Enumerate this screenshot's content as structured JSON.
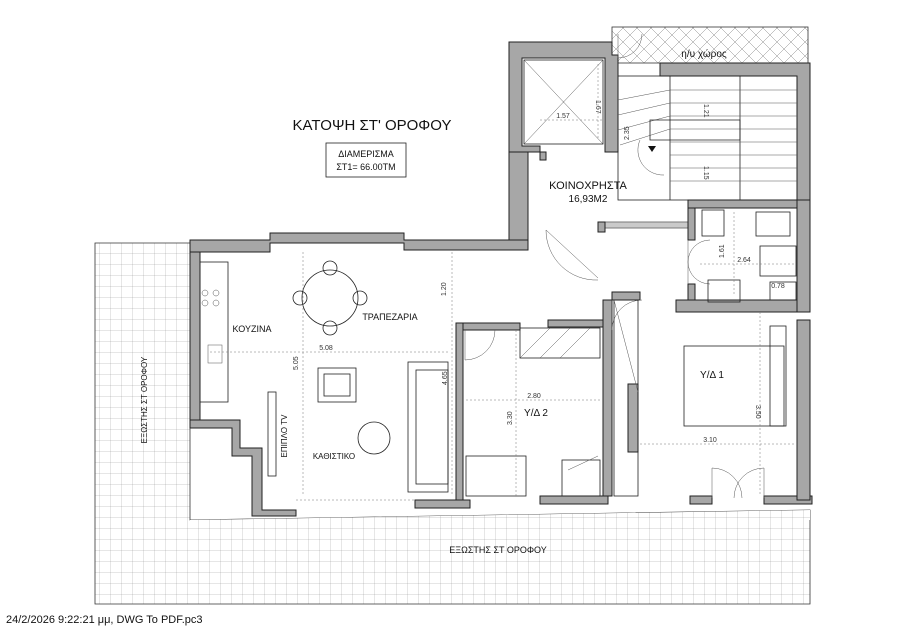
{
  "title": "ΚΑΤΟΨΗ ΣΤ' ΟΡΟΦΟΥ",
  "apartment": {
    "line1": "ΔΙΑΜΕΡΙΣΜΑ",
    "line2": "ΣΤ1= 66.00ΤΜ"
  },
  "common_area": {
    "name": "ΚΟΙΝΟΧΡΗΣΤΑ",
    "area": "16,93M2"
  },
  "rooms": {
    "kitchen": "ΚΟΥΖΙΝΑ",
    "dining": "ΤΡΑΠΕΖΑΡΙΑ",
    "living": "ΚΑΘΙΣΤΙΚΟ",
    "tv_unit": "ΕΠΙΠΛΟ TV",
    "bedroom1": "Υ/Δ 1",
    "bedroom2": "Υ/Δ 2",
    "terrace_south": "ΕΞΩΣΤΗΣ ΣΤ ΟΡΟΦΟΥ",
    "terrace_west": "ΕΞΩΣΤΗΣ ΣΤ ΟΡΟΦΟΥ",
    "uncovered": "η/υ χώρος"
  },
  "dimensions": {
    "elevator_w": "1.57",
    "elevator_h": "1.67",
    "stair_a": "1.21",
    "stair_b": "2.35",
    "stair_c": "1.15",
    "living_w": "5.08",
    "living_h": "5.05",
    "dining_h": "1.20",
    "sofa_h": "4.65",
    "bed2_w": "2.80",
    "bed2_h": "3.30",
    "bed1_w": "3.10",
    "bed1_h": "3.50",
    "bath_w": "2.64",
    "bath_h": "1.61",
    "wc_w": "0.78"
  },
  "footer": "24/2/2026 9:22:21 μμ, DWG To PDF.pc3"
}
